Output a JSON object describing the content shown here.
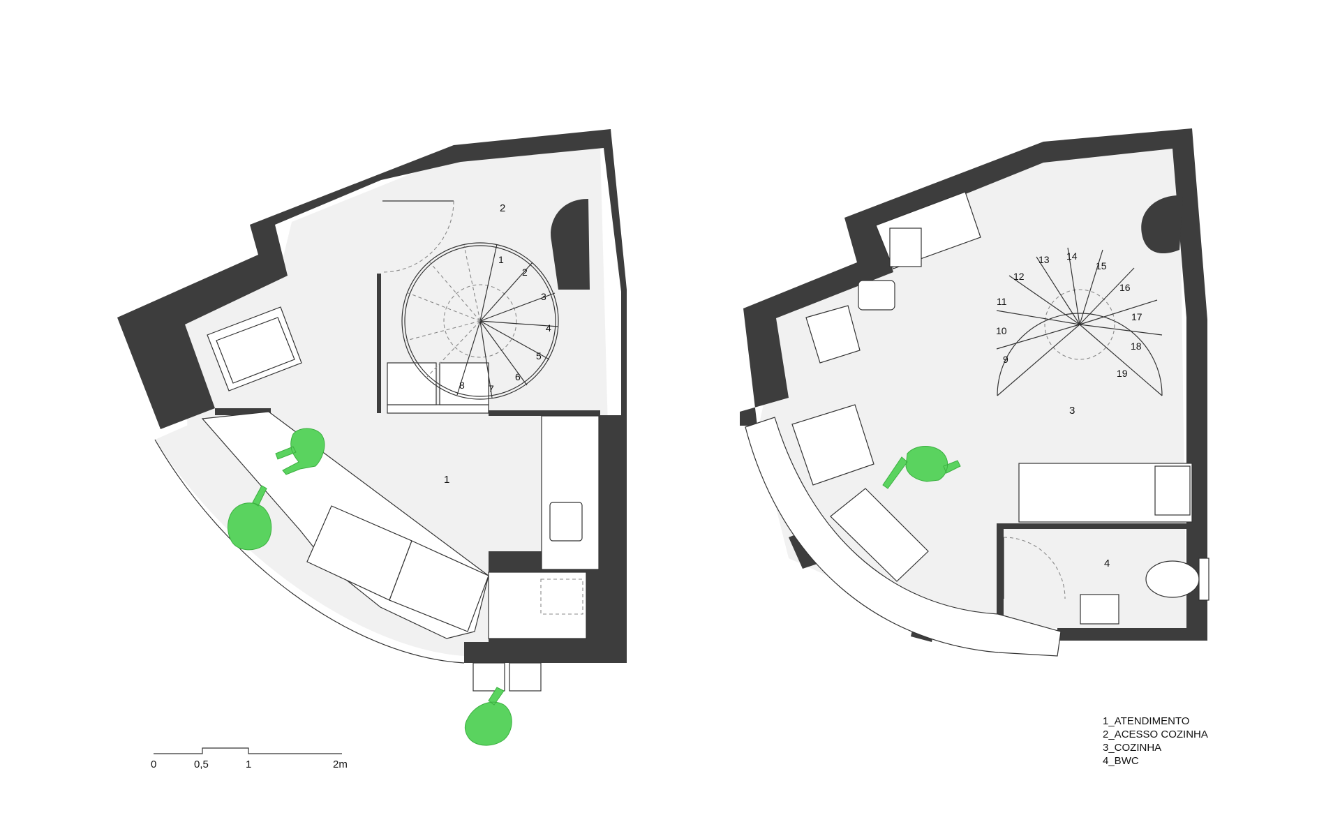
{
  "rooms": {
    "atendimento": "1",
    "acesso_cozinha": "2",
    "cozinha": "3",
    "bwc": "4"
  },
  "stairs": {
    "ground_floor_steps": [
      "1",
      "2",
      "3",
      "4",
      "5",
      "6",
      "7",
      "8"
    ],
    "upper_floor_steps": [
      "9",
      "10",
      "11",
      "12",
      "13",
      "14",
      "15",
      "16",
      "17",
      "18",
      "19"
    ]
  },
  "scale_bar": {
    "label_0": "0",
    "label_half": "0,5",
    "label_1": "1",
    "label_2": "2m"
  },
  "legend": [
    "1_ATENDIMENTO",
    "2_ACESSO COZINHA",
    "3_COZINHA",
    "4_BWC"
  ],
  "colors": {
    "wall": "#3d3d3d",
    "floor": "#f1f1f1",
    "person": "#5ad35f"
  }
}
